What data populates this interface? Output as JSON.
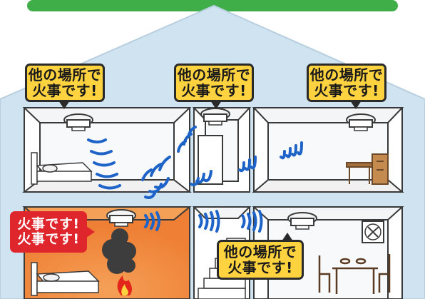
{
  "bubbles": {
    "top_left": "他の場所で\n火事です!",
    "top_center": "他の場所で\n火事です!",
    "top_right": "他の場所で\n火事です!",
    "alarm": "火事です!\n火事です!",
    "bottom_center": "他の場所で\n火事です!"
  },
  "colors": {
    "sky": "#cfe3f1",
    "house_wall": "#ffffff",
    "room_fill": "#eef3f5",
    "outline": "#3a3a3a",
    "fire_room": "#f08a3a",
    "wave": "#1e63c8",
    "bubble_yellow": "#ffd23f",
    "bubble_red": "#e0262d",
    "smoke": "#3a3a3a",
    "flame": "#e2261b"
  },
  "icons": [
    "smoke-detector-icon",
    "bed-icon",
    "table-chairs-icon",
    "ventilation-fan-icon",
    "staircase-icon",
    "fire-icon",
    "smoke-icon",
    "sound-wave-icon"
  ]
}
